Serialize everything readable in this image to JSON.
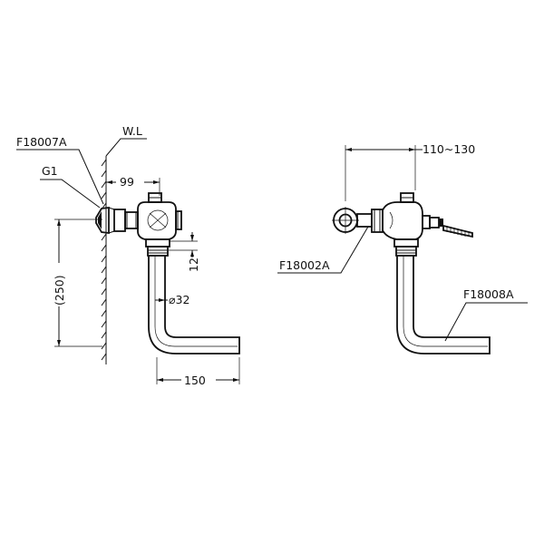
{
  "labels": {
    "wall_line": "W.L",
    "wall_part": "F18007A",
    "thread": "G1",
    "dim_wall_offset": "99",
    "dim_height": "(250)",
    "dim_drop": "12",
    "dim_pipe_dia": "⌀32",
    "dim_pipe_length": "150",
    "dim_side_depth": "110~130",
    "side_part": "F18002A",
    "pipe_part": "F18008A"
  }
}
